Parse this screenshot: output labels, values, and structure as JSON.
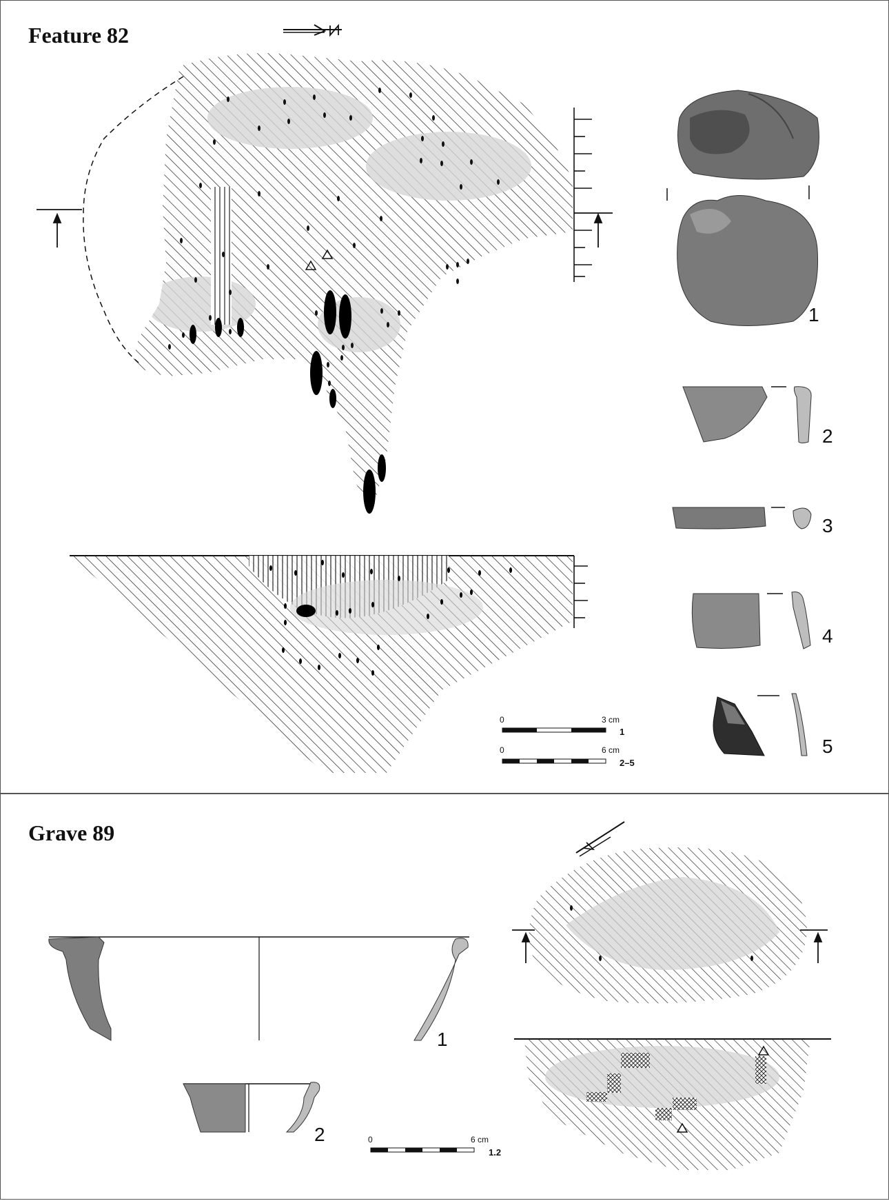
{
  "feature": {
    "title": "Feature 82",
    "finds": [
      "1",
      "2",
      "3",
      "4",
      "5"
    ],
    "scale1": {
      "start": "0",
      "end": "3 cm",
      "applies_to": "1"
    },
    "scale2": {
      "start": "0",
      "end": "6 cm",
      "applies_to": "2–5"
    }
  },
  "grave": {
    "title": "Grave 89",
    "finds": [
      "1",
      "2"
    ],
    "scale": {
      "start": "0",
      "end": "6 cm",
      "applies_to": "1.2"
    }
  },
  "colors": {
    "ink": "#111111",
    "shade": "#cfcfcf",
    "sherd": "#8a8a8a",
    "profile": "#bdbdbd"
  },
  "icons": [
    "north-arrow-icon",
    "section-arrow-icon"
  ]
}
